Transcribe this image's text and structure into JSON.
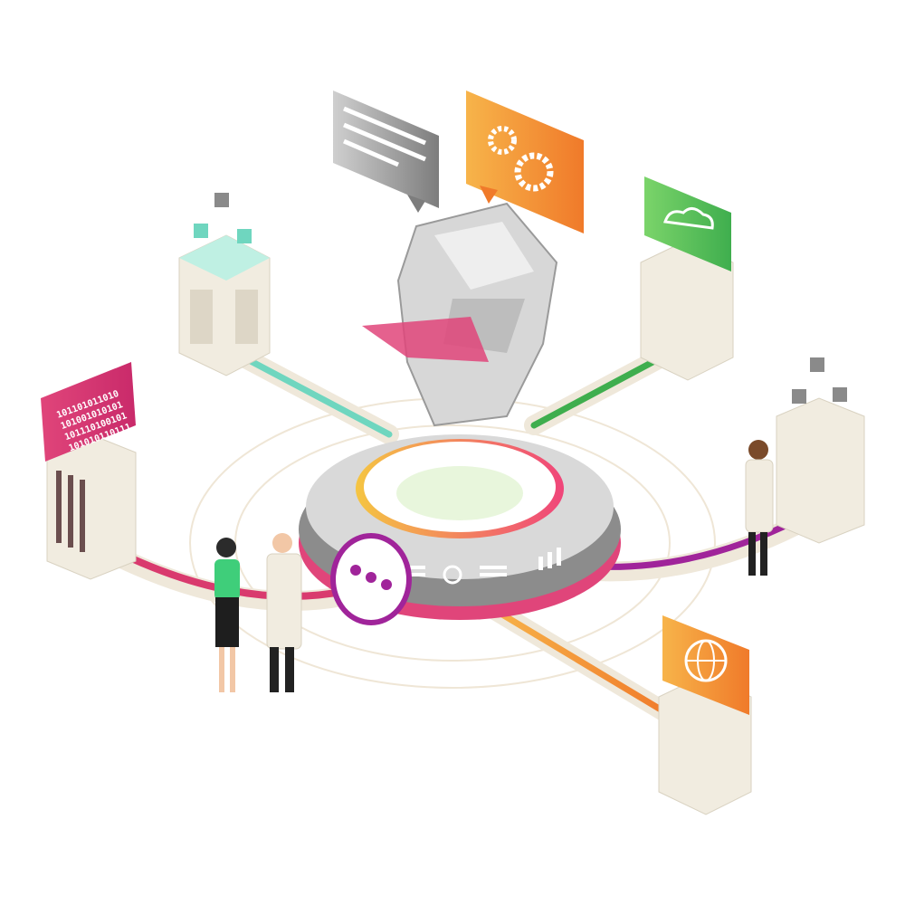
{
  "binary_screen": {
    "lines": [
      "101101011010",
      "101001010101",
      "101110100101",
      "101010110111"
    ]
  },
  "colors": {
    "pink": "#d93a6e",
    "orange": "#f39a3a",
    "green": "#5cc25a",
    "purple": "#a0249a",
    "teal": "#6fd6bf",
    "cream": "#f1ece0"
  }
}
